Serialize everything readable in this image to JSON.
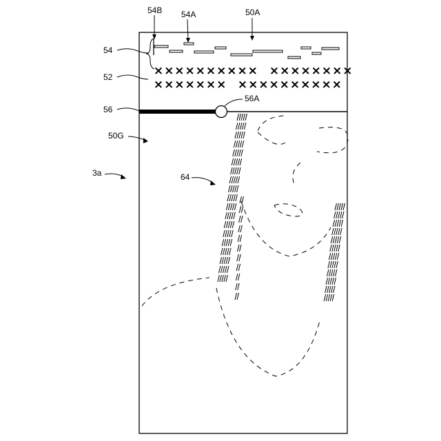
{
  "figure": {
    "labels": {
      "l54B": "54B",
      "l54A": "54A",
      "l50A": "50A",
      "l54": "54",
      "l52": "52",
      "l56": "56",
      "l56A": "56A",
      "l50G": "50G",
      "l3a": "3a",
      "l64": "64"
    },
    "marker_glyph": "×",
    "colors": {
      "line": "#000000",
      "background": "#ffffff"
    }
  }
}
